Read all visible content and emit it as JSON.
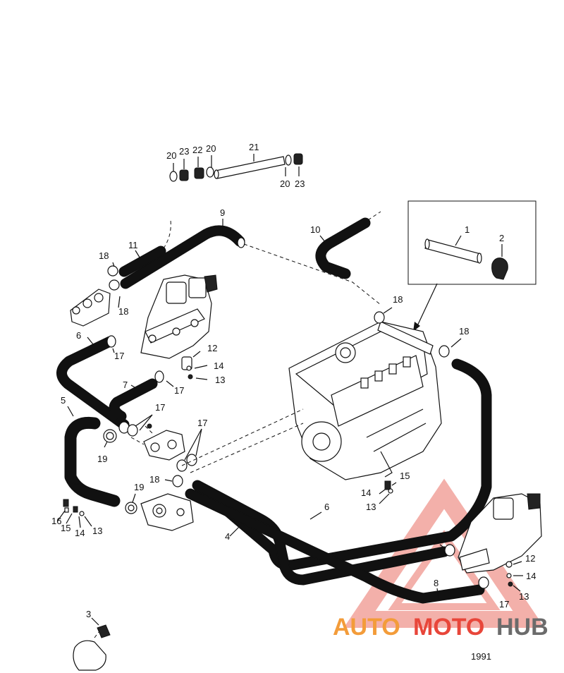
{
  "figure": {
    "number": "1991",
    "watermark": {
      "brand_part1": "AUTO",
      "brand_part2": "MOTO",
      "brand_part3": "HUB",
      "color_red": "#e8463a",
      "color_orange": "#f39c3a",
      "color_gray": "#6b6b6b"
    }
  },
  "callouts": {
    "n1": "1",
    "n2": "2",
    "n3": "3",
    "n4": "4",
    "n5": "5",
    "n6": "6",
    "n7": "7",
    "n8": "8",
    "n9": "9",
    "n10": "10",
    "n11": "11",
    "n12": "12",
    "n13": "13",
    "n14": "14",
    "n15": "15",
    "n16": "16",
    "n17": "17",
    "n18": "18",
    "n19": "19",
    "n20": "20",
    "n21": "21",
    "n22": "22",
    "n23": "23"
  }
}
